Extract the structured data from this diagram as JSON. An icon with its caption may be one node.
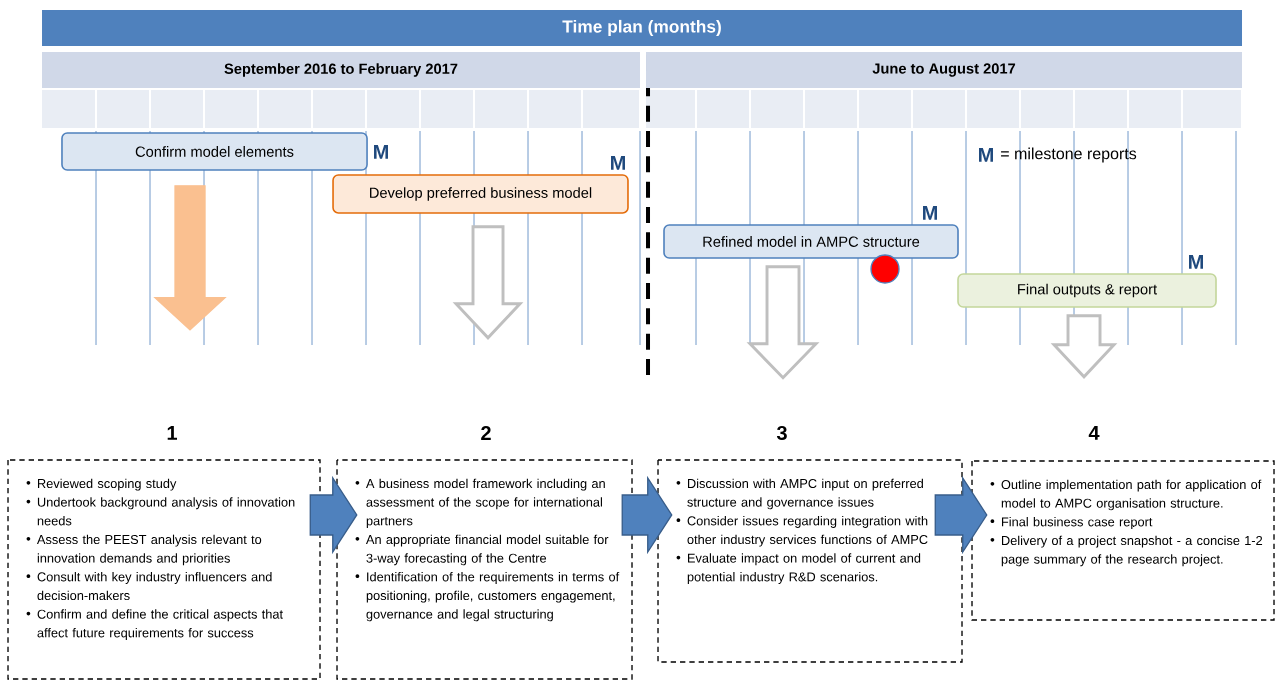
{
  "diagram": {
    "nodes": [
      {
        "text": [
          "Time plan (months)"
        ]
      },
      {
        "text": [
          "September 2016 to February 2017"
        ]
      },
      {
        "text": [
          "June to August 2017"
        ]
      },
      {
        "text": [
          "Confirm model elements"
        ],
        "beside": [
          "M"
        ]
      },
      {
        "text": [
          "Develop preferred business model"
        ],
        "beside": [
          "M"
        ]
      },
      {
        "text": [
          "Refined model in AMPC structure"
        ],
        "beside": [
          "M"
        ]
      },
      {
        "text": [
          "Final outputs & report"
        ],
        "beside": [
          "M"
        ]
      },
      {
        "text": [
          "1",
          "Reviewed scoping study",
          "Undertook background analysis of innovation needs",
          "Assess the PEEST analysis relevant to innovation demands and priorities",
          "Consult with key industry influencers and decision-makers",
          "Confirm and define the critical aspects that affect future requirements for success"
        ]
      },
      {
        "text": [
          "2",
          "A business model framework including an assessment of the scope for international partners",
          "An appropriate financial model suitable for 3-way forecasting of the Centre",
          "Identification of the requirements in terms of positioning, profile, customers engagement, governance and legal structuring"
        ]
      },
      {
        "text": [
          "3",
          "Discussion with AMPC input on preferred structure and governance issues",
          "Consider issues regarding integration with other industry services functions of AMPC",
          "Evaluate impact on model of current and potential industry R&D scenarios."
        ]
      },
      {
        "text": [
          "4",
          "Outline implementation path for application of model to AMPC organisation structure.",
          "Final business case report",
          "Delivery of a project snapshot - a concise 1-2 page summary of the research project."
        ]
      }
    ],
    "edges": [
      {
        "from": 3,
        "to": 7,
        "arrow": "to",
        "color": "#fac090"
      },
      {
        "from": 4,
        "to": 8,
        "arrow": "to"
      },
      {
        "from": 5,
        "to": 9,
        "arrow": "to"
      },
      {
        "from": 6,
        "to": 10,
        "arrow": "to"
      },
      {
        "from": 7,
        "to": 8,
        "arrow": "to",
        "color": "#4f81bd"
      },
      {
        "from": 8,
        "to": 9,
        "arrow": "to",
        "color": "#4f81bd"
      },
      {
        "from": 9,
        "to": 10,
        "arrow": "to",
        "color": "#4f81bd"
      }
    ],
    "labels": [
      "M",
      "= milestone reports"
    ]
  }
}
